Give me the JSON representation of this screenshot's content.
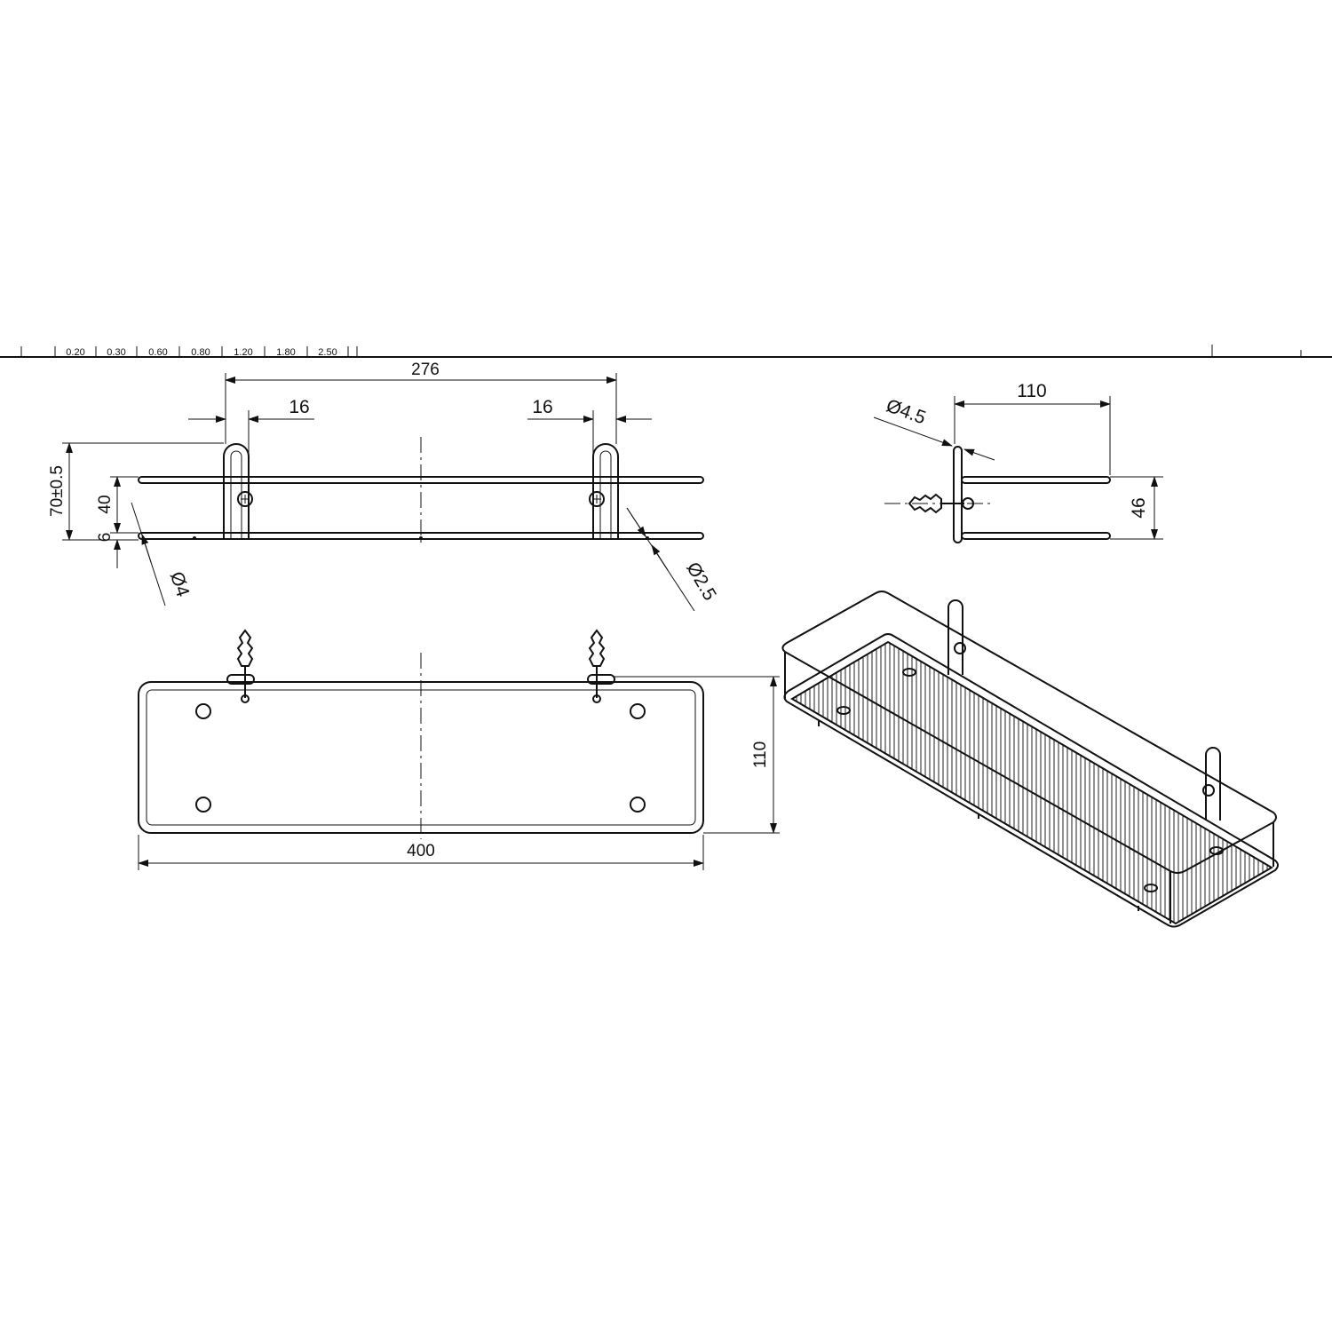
{
  "title_block": {
    "scale_cells": [
      "0.20",
      "0.30",
      "0.60",
      "0.80",
      "1.20",
      "1.80",
      "2.50"
    ]
  },
  "front_view": {
    "dim_width_between_mounts": "276",
    "dim_left_mount": "16",
    "dim_right_mount": "16",
    "dim_total_height": "70±0.5",
    "dim_rail_gap": "40",
    "dim_base": "6",
    "dia_rod": "Ø4",
    "dia_hole": "Ø2.5"
  },
  "side_view": {
    "dim_depth": "110",
    "dim_height": "46",
    "dia_wall_rod": "Ø4.5"
  },
  "top_view": {
    "dim_depth": "110",
    "dim_length": "400"
  }
}
